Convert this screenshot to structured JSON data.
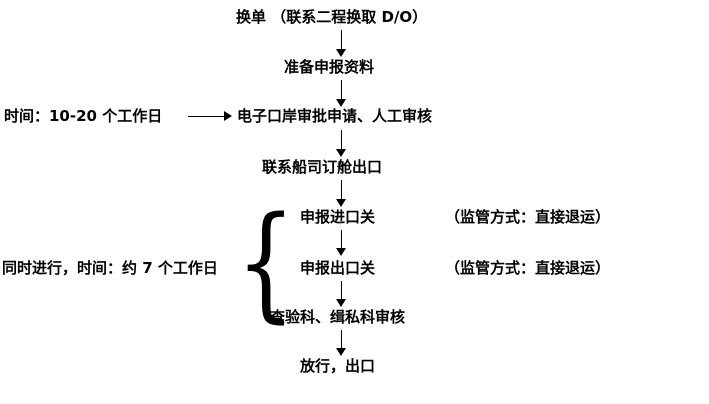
{
  "flow": {
    "step_exchange": "换单 （联系二程换取 D/O）",
    "step_prepare": "准备申报资料",
    "time_label": "时间：10-20 个工作日",
    "step_eport": "电子口岸审批申请、人工审核",
    "step_booking": "联系船司订舱出口",
    "step_import_declare": "申报进口关",
    "note_import": "（监管方式：直接退运）",
    "step_export_declare": "申报出口关",
    "note_export": "（监管方式：直接退运）",
    "step_inspection": "查验科、缉私科审核",
    "step_release": "放行，出口",
    "parallel_label": "同时进行，时间：约 7 个工作日",
    "brace_glyph": "{"
  },
  "colors": {
    "text": "#000000",
    "background": "#ffffff"
  }
}
